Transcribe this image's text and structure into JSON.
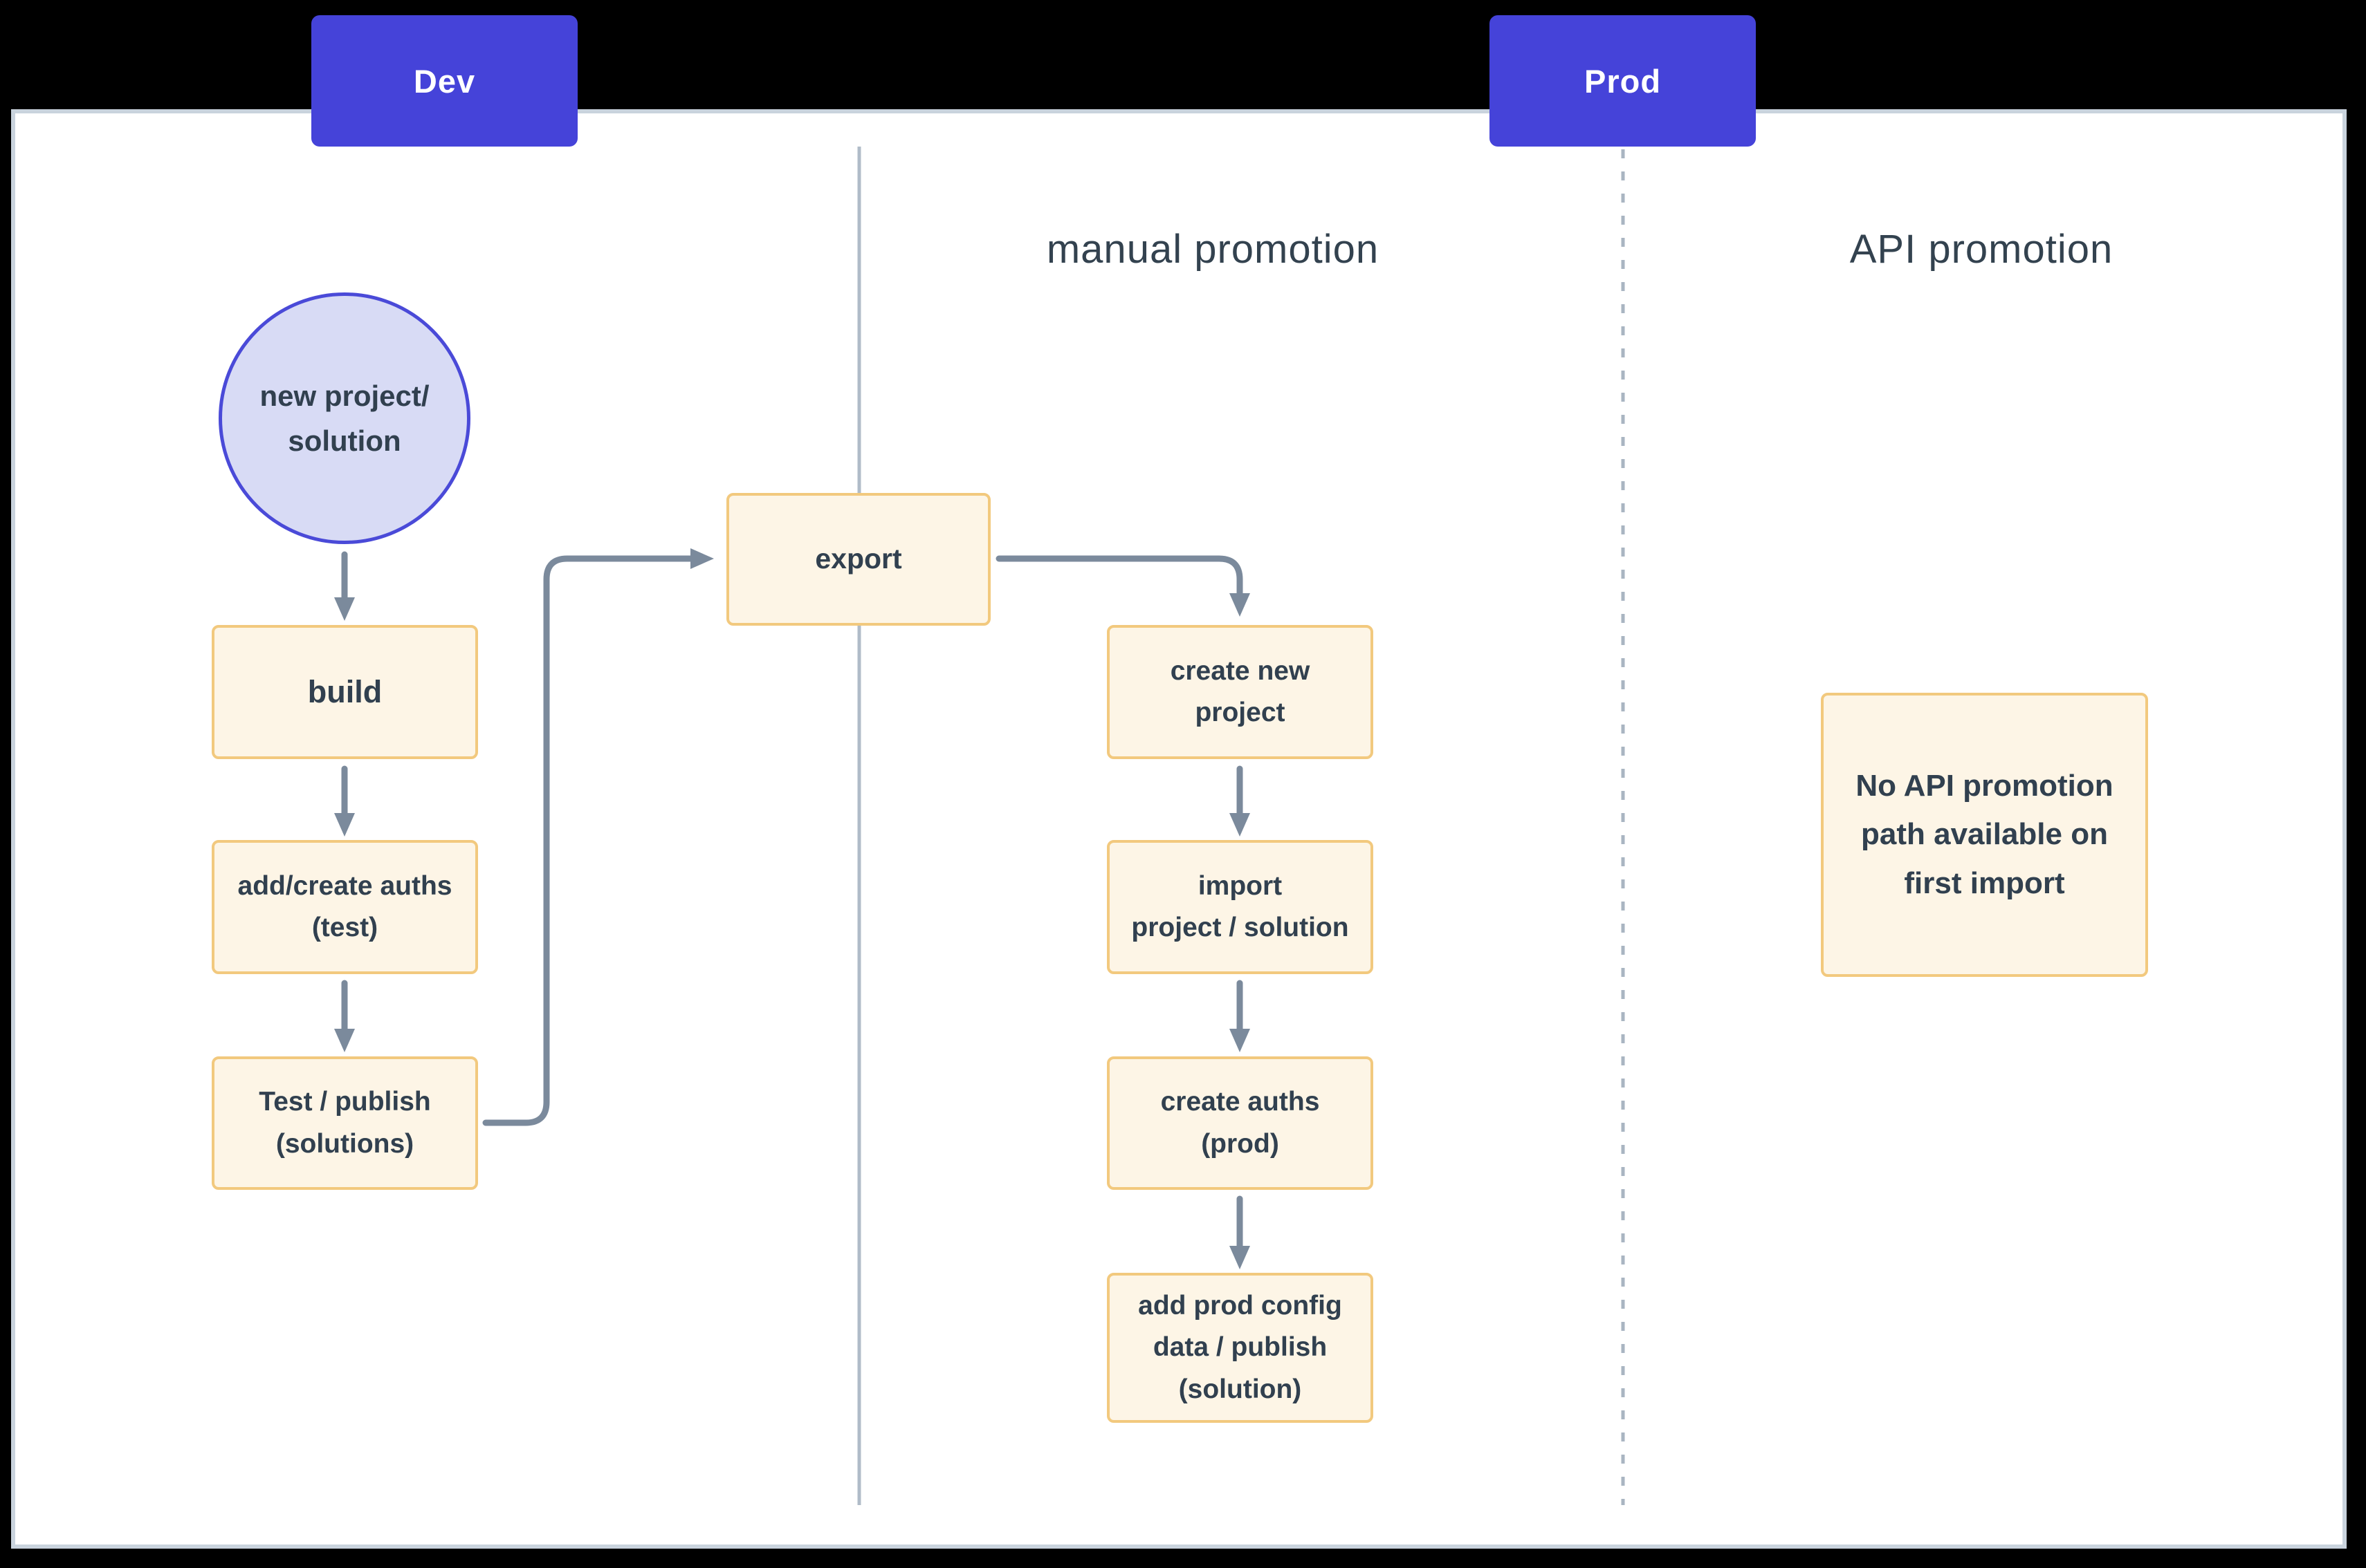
{
  "lanes": {
    "dev_label": "Dev",
    "prod_label": "Prod"
  },
  "sections": {
    "manual_promotion": "manual promotion",
    "api_promotion": "API promotion"
  },
  "nodes": {
    "start_circle": {
      "text": "new project/\nsolution"
    },
    "build": {
      "text": "build"
    },
    "add_create_auths": {
      "text": "add/create auths\n(test)"
    },
    "test_publish": {
      "text": "Test / publish\n(solutions)"
    },
    "export": {
      "text": "export"
    },
    "create_new_project": {
      "text": "create new\nproject"
    },
    "import_project": {
      "text": "import\nproject / solution"
    },
    "create_auths_prod": {
      "text": "create auths\n(prod)"
    },
    "add_prod_config": {
      "text": "add prod config\ndata / publish\n(solution)"
    },
    "no_api_note": {
      "text": "No API promotion\npath available on\nfirst import"
    }
  },
  "colors": {
    "page_bg": "#000000",
    "canvas_bg": "#ffffff",
    "canvas_border": "#c9d3dd",
    "badge_blue": "#4543d9",
    "badge_text": "#ffffff",
    "heading_text": "#33424f",
    "text_dark": "#31404f",
    "circle_fill": "#d8dbf5",
    "circle_border": "#4a4ad8",
    "box_fill": "#fdf5e6",
    "box_border": "#f2c97e",
    "arrow": "#7b8a9c",
    "divider_solid": "#b0bcc8",
    "divider_dashed": "#a9b5c2"
  }
}
